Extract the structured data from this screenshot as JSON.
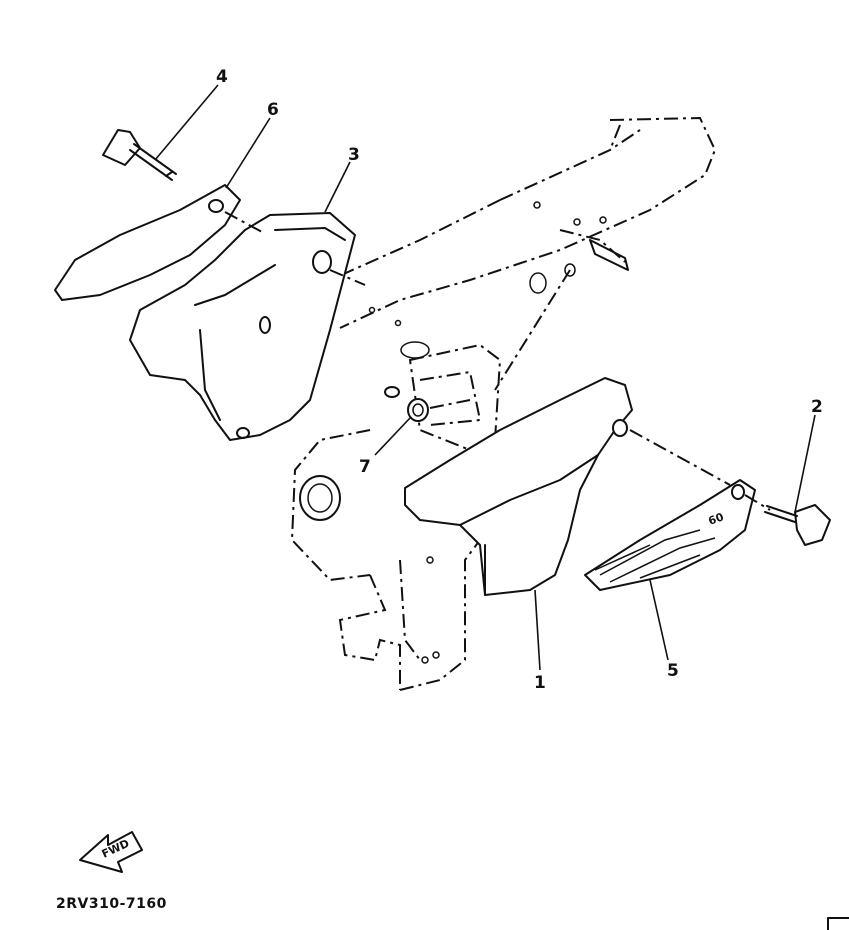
{
  "callouts": {
    "c1": "1",
    "c2": "2",
    "c3": "3",
    "c4": "4",
    "c5": "5",
    "c6": "6",
    "c7": "7"
  },
  "cover_badge": "60",
  "fwd_label": "FWD",
  "diagram_code": "2RV310-7160",
  "icons": [
    "fwd-arrow-icon",
    "corner-bracket-icon"
  ]
}
